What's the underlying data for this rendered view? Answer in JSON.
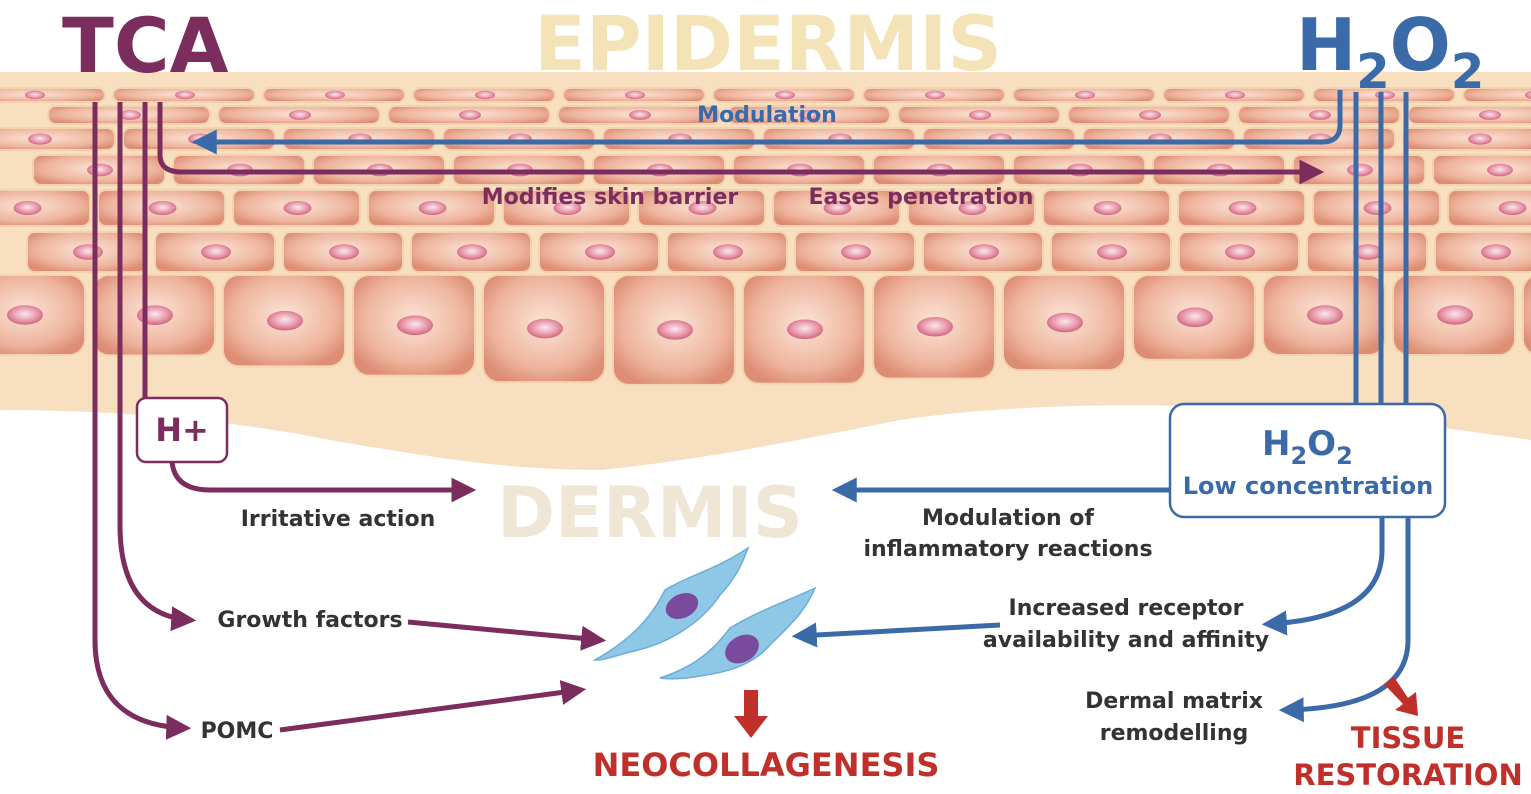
{
  "titles": {
    "tca": "TCA",
    "h2o2_prefix": "H",
    "h2o2_sub1": "2",
    "h2o2_mid": "O",
    "h2o2_sub2": "2",
    "epidermis": "EPIDERMIS",
    "dermis": "DERMIS"
  },
  "labels": {
    "modulation": "Modulation",
    "modifies_skin_barrier": "Modifies skin barrier",
    "eases_penetration": "Eases penetration",
    "irritative_action": "Irritative action",
    "modulation_inflammatory_1": "Modulation of",
    "modulation_inflammatory_2": "inflammatory reactions",
    "growth_factors": "Growth factors",
    "pomc": "POMC",
    "receptor_1": "Increased receptor",
    "receptor_2": "availability and affinity",
    "matrix_1": "Dermal matrix",
    "matrix_2": "remodelling"
  },
  "boxes": {
    "hplus": "H+",
    "h2o2_low_prefix": "H",
    "h2o2_low_sub1": "2",
    "h2o2_low_mid": "O",
    "h2o2_low_sub2": "2",
    "h2o2_low_caption": "Low concentration"
  },
  "outcomes": {
    "neocollagenesis": "NEOCOLLAGENESIS",
    "tissue": "TISSUE",
    "restoration": "RESTORATION"
  },
  "colors": {
    "tca": "#7b2d5e",
    "h2o2": "#3b6aa8",
    "outcome": "#c0302a",
    "epidermis_text": "#f3e3b6",
    "dermis_text": "#efe6d6",
    "skin_cell": "#e9a58c",
    "nucleus": "#d9687e",
    "fibroblast": "#8fc7e6",
    "fibroblast_nucleus": "#7a4b9c"
  }
}
